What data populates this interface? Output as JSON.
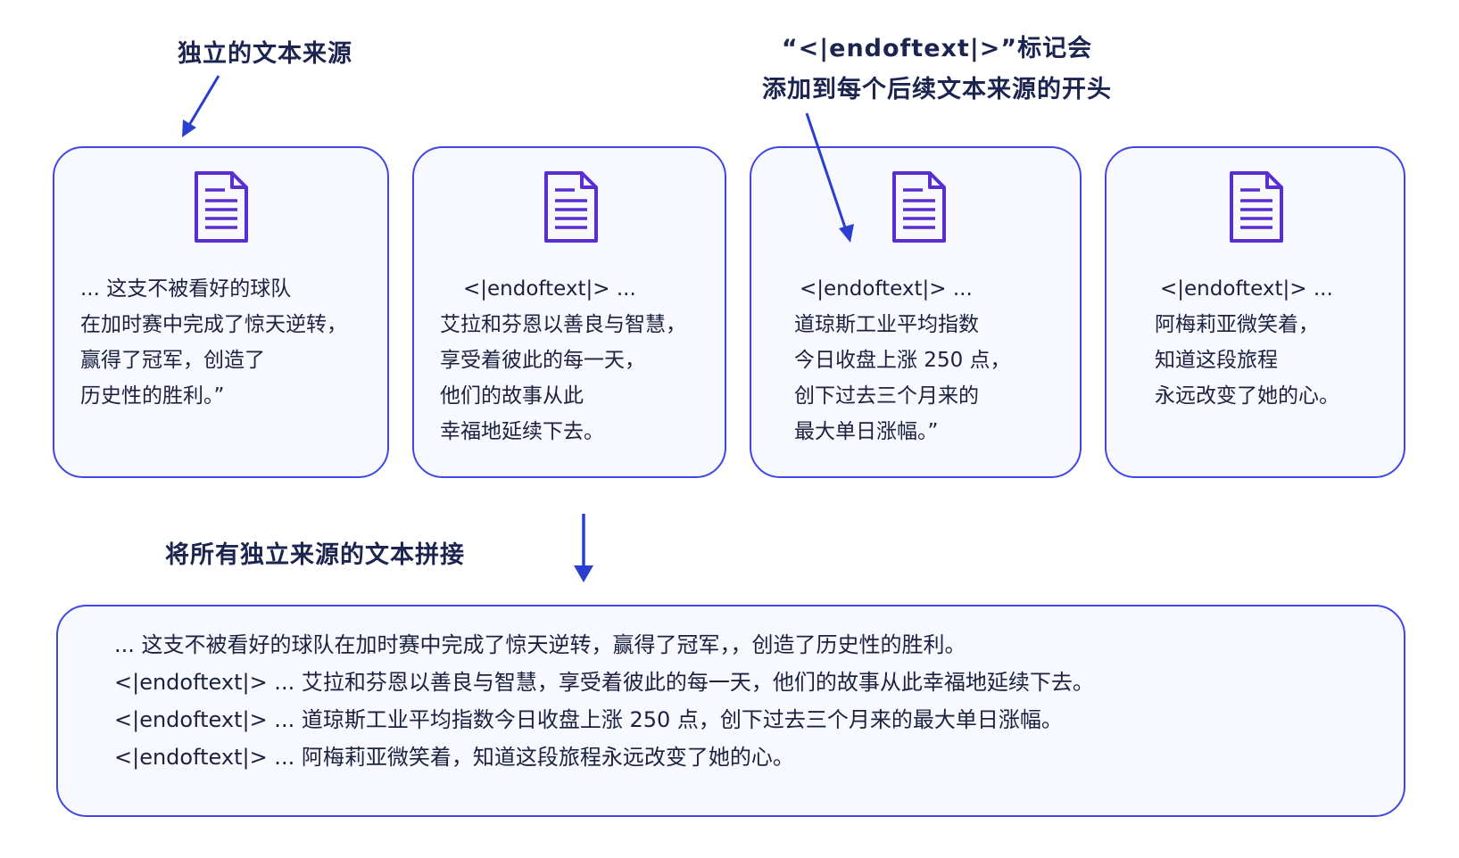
{
  "annotations": {
    "independent_sources": "独立的文本来源",
    "marker_line1": "“<|endoftext|>”标记会",
    "marker_line2": "添加到每个后续文本来源的开头",
    "concatenate": "将所有独立来源的文本拼接"
  },
  "cards": [
    {
      "icon": "document-icon",
      "lines": [
        "...    这支不被看好的球队",
        "在加时赛中完成了惊天逆转，",
        "赢得了冠军，创造了",
        "历史性的胜利。”"
      ]
    },
    {
      "icon": "document-icon",
      "lines": [
        "<|endoftext|> ...",
        "艾拉和芬恩以善良与智慧，",
        "享受着彼此的每一天，",
        "他们的故事从此",
        "幸福地延续下去。"
      ]
    },
    {
      "icon": "document-icon",
      "lines": [
        "<|endoftext|> ...",
        "道琼斯工业平均指数",
        "今日收盘上涨 250 点，",
        "创下过去三个月来的",
        "最大单日涨幅。”"
      ]
    },
    {
      "icon": "document-icon",
      "lines": [
        "<|endoftext|> ...",
        "阿梅莉亚微笑着，",
        "知道这段旅程",
        "永远改变了她的心。"
      ]
    }
  ],
  "result": {
    "lines": [
      "...    这支不被看好的球队在加时赛中完成了惊天逆转，赢得了冠军，，创造了历史性的胜利。",
      "<|endoftext|> ... 艾拉和芬恩以善良与智慧，享受着彼此的每一天，他们的故事从此幸福地延续下去。",
      "<|endoftext|> ... 道琼斯工业平均指数今日收盘上涨 250 点，创下过去三个月来的最大单日涨幅。",
      "<|endoftext|> ... 阿梅莉亚微笑着，知道这段旅程永远改变了她的心。"
    ]
  },
  "colors": {
    "accent": "#3f47e6",
    "icon": "#5a2fd0",
    "arrow": "#2a3fcf",
    "card_bg": "#f7f9fe",
    "text": "#1b2140"
  }
}
